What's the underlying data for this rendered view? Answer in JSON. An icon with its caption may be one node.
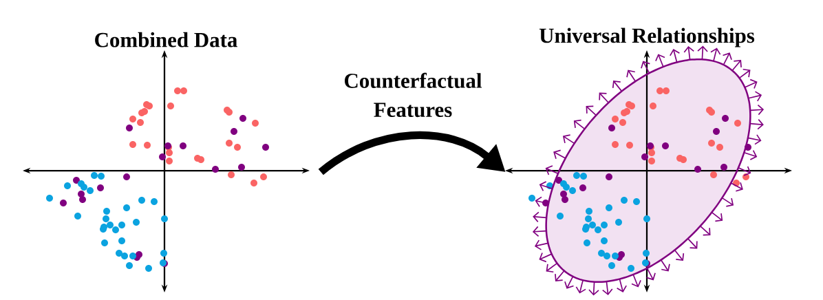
{
  "diagram": {
    "nodes": [
      {
        "text": [
          "Combined Data"
        ]
      },
      {
        "text": [
          "Universal Relationships"
        ]
      }
    ],
    "edges": [
      {
        "from": 0,
        "to": 1,
        "arrow": "to",
        "label": "Counterfactual Features"
      }
    ]
  }
}
